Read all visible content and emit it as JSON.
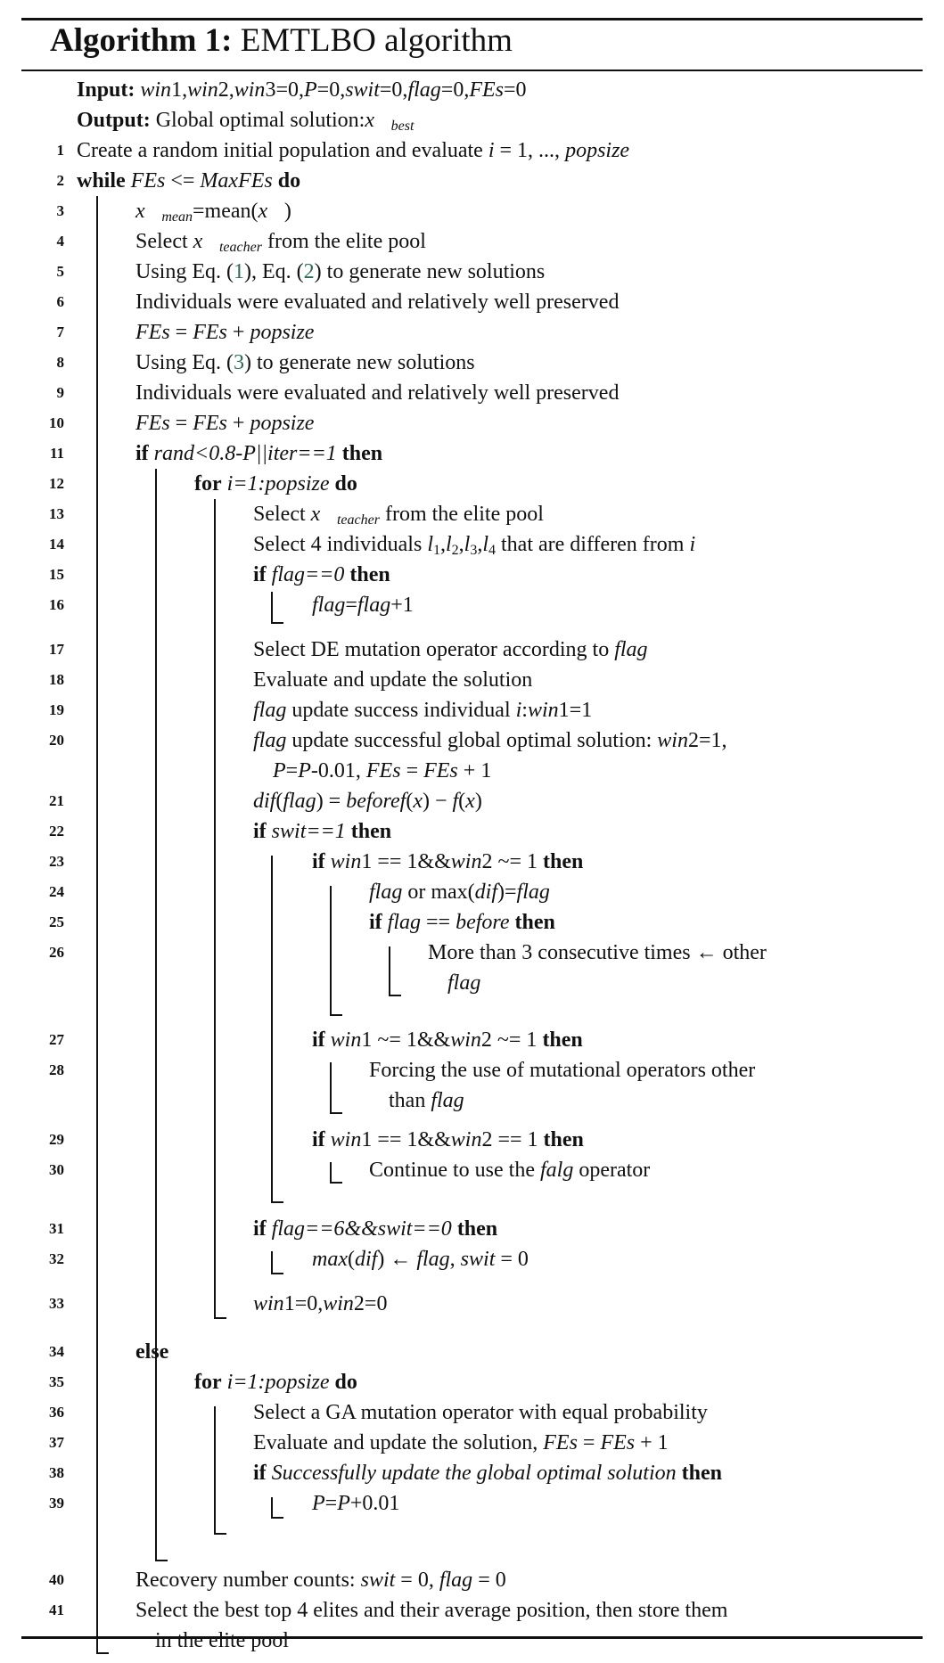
{
  "algorithm": {
    "label": "Algorithm 1:",
    "name": "EMTLBO algorithm"
  },
  "header": {
    "input_label": "Input:",
    "input_value": "win1,win2,win3=0,P=0,swit=0,flag=0,FEs=0",
    "output_label": "Output:",
    "output_value": "Global optimal solution:x⃗best"
  },
  "lines": [
    {
      "no": "1",
      "text": "Create a random initial population and evaluate i = 1, ..., popsize"
    },
    {
      "no": "2",
      "text": "while FEs <= MaxFEs do"
    },
    {
      "no": "3",
      "text": "x⃗mean=mean(x⃗)"
    },
    {
      "no": "4",
      "text": "Select x⃗teacher from the elite pool"
    },
    {
      "no": "5",
      "text": "Using Eq. (1), Eq. (2) to generate new solutions"
    },
    {
      "no": "6",
      "text": "Individuals were evaluated and relatively well preserved"
    },
    {
      "no": "7",
      "text": "FEs = FEs + popsize"
    },
    {
      "no": "8",
      "text": "Using Eq. (3) to generate new solutions"
    },
    {
      "no": "9",
      "text": "Individuals were evaluated and relatively well preserved"
    },
    {
      "no": "10",
      "text": "FEs = FEs + popsize"
    },
    {
      "no": "11",
      "text": "if rand<0.8-P||iter==1 then"
    },
    {
      "no": "12",
      "text": "for i=1:popsize do"
    },
    {
      "no": "13",
      "text": "Select x⃗teacher from the elite pool"
    },
    {
      "no": "14",
      "text": "Select 4 individuals l1,l2,l3,l4 that are differen from i"
    },
    {
      "no": "15",
      "text": "if flag==0 then"
    },
    {
      "no": "16",
      "text": "flag=flag+1"
    },
    {
      "no": "17",
      "text": "Select DE mutation operator according to flag"
    },
    {
      "no": "18",
      "text": "Evaluate and update the solution"
    },
    {
      "no": "19",
      "text": "flag update success individual i:win1=1"
    },
    {
      "no": "20",
      "text": "flag update successful global optimal solution: win2=1,",
      "cont": "P=P-0.01, FEs = FEs + 1"
    },
    {
      "no": "21",
      "text": "dif(flag) = beforef(x) − f(x)"
    },
    {
      "no": "22",
      "text": "if swit==1 then"
    },
    {
      "no": "23",
      "text": "if win1 == 1&&win2 ~= 1 then"
    },
    {
      "no": "24",
      "text": "flag or max(dif)=flag"
    },
    {
      "no": "25",
      "text": "if flag == before then"
    },
    {
      "no": "26",
      "text": "More than 3 consecutive times ← other",
      "cont": "flag"
    },
    {
      "no": "27",
      "text": "if win1 ~= 1&&win2 ~= 1 then"
    },
    {
      "no": "28",
      "text": "Forcing the use of mutational operators other",
      "cont": "than flag"
    },
    {
      "no": "29",
      "text": "if win1 == 1&&win2 == 1 then"
    },
    {
      "no": "30",
      "text": "Continue to use the falg operator"
    },
    {
      "no": "31",
      "text": "if flag==6&&swit==0 then"
    },
    {
      "no": "32",
      "text": "max(dif) ← flag, swit = 0"
    },
    {
      "no": "33",
      "text": "win1=0,win2=0"
    },
    {
      "no": "34",
      "text": "else"
    },
    {
      "no": "35",
      "text": "for i=1:popsize do"
    },
    {
      "no": "36",
      "text": "Select a GA mutation operator with equal probability"
    },
    {
      "no": "37",
      "text": "Evaluate and update the solution, FEs = FEs + 1"
    },
    {
      "no": "38",
      "text": "if Successfully update the global optimal solution then"
    },
    {
      "no": "39",
      "text": "P=P+0.01"
    },
    {
      "no": "40",
      "text": "Recovery number counts: swit = 0, flag = 0"
    },
    {
      "no": "41",
      "text": "Select the best top 4 elites and their average position, then store them",
      "cont": "in the elite pool"
    }
  ]
}
